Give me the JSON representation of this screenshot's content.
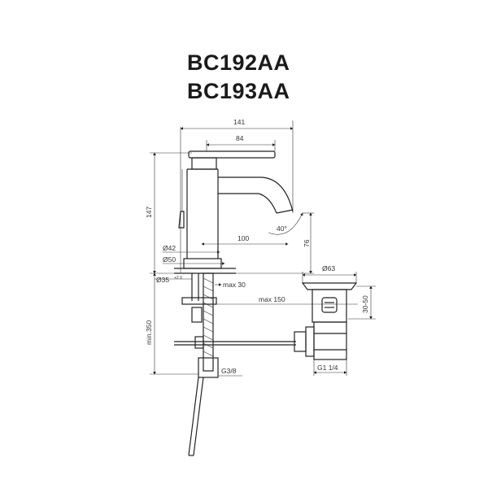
{
  "titles": {
    "model_1": "BC192AA",
    "model_2": "BC193AA"
  },
  "dimensions": {
    "width_total": "141",
    "spout_reach": "84",
    "height_total": "147",
    "angle": "40°",
    "outlet_height": "76",
    "outlet_distance": "100",
    "d42": "Ø42",
    "d50": "Ø50",
    "d35": "Ø35",
    "d35_tol": "+2 0",
    "max30": "max 30",
    "max150": "max 150",
    "min350": "min.350",
    "g38": "G3/8",
    "d63": "Ø63",
    "range30_50": "30-50",
    "g114": "G1 1/4"
  }
}
